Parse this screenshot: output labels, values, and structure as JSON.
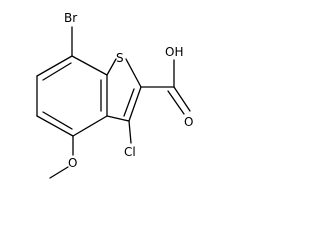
{
  "structure": {
    "atoms": {
      "bromine": "Br",
      "sulfur": "S",
      "hydroxyl": "OH",
      "carbonyl_oxygen": "O",
      "chlorine": "Cl",
      "methoxy_oxygen": "O"
    }
  }
}
